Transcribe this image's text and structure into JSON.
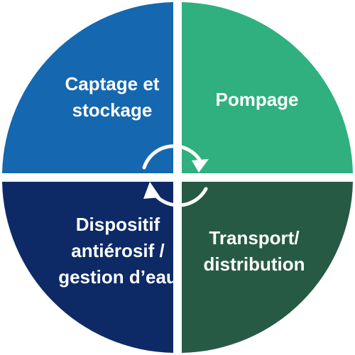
{
  "diagram": {
    "type": "cycle",
    "segments": [
      {
        "id": "q1",
        "lines": [
          "Captage et",
          "stockage"
        ],
        "color": "#1567AF"
      },
      {
        "id": "q2",
        "lines": [
          "Pompage"
        ],
        "color": "#2FB07E"
      },
      {
        "id": "q3",
        "lines": [
          "Dispositif",
          "antiérosif /",
          "gestion d’eau"
        ],
        "color": "#0D2A67"
      },
      {
        "id": "q4",
        "lines": [
          "Transport/",
          "distribution"
        ],
        "color": "#275A45"
      }
    ],
    "arrow_color": "#ffffff",
    "center_icon": "circular-arrows-icon"
  }
}
